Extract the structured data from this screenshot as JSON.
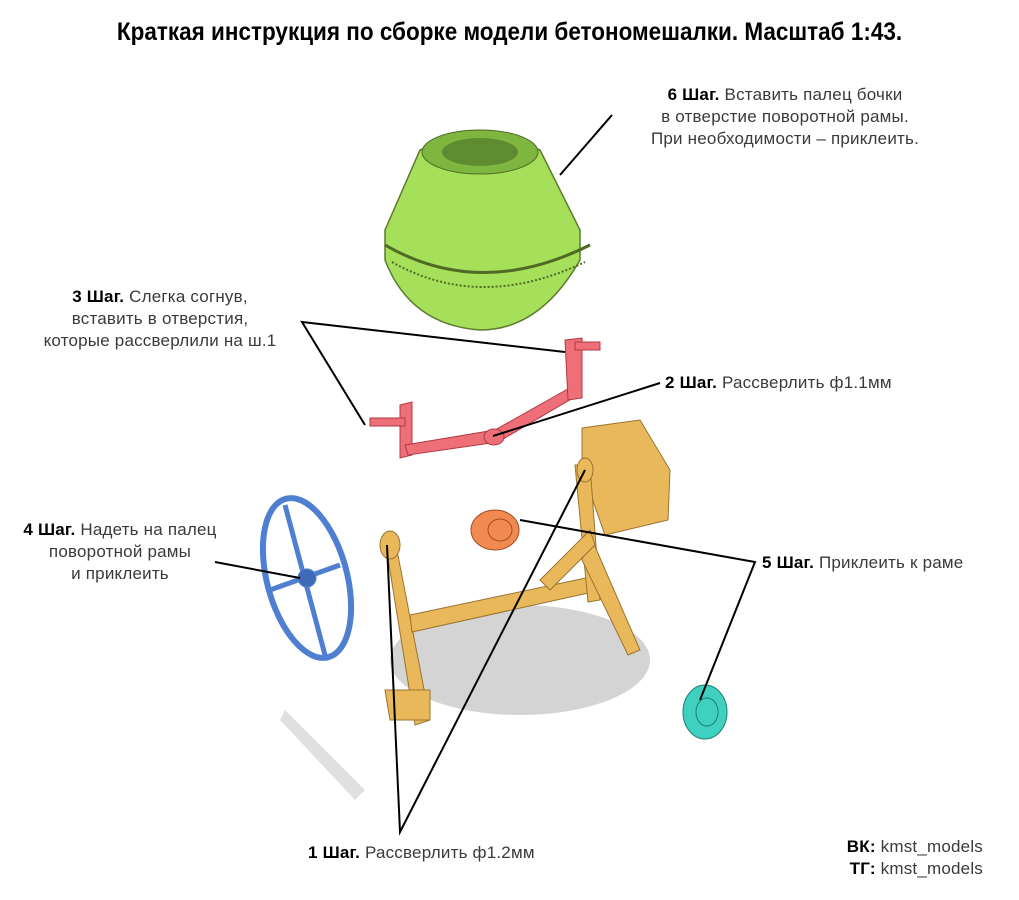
{
  "title": "Краткая инструкция по сборке модели бетономешалки. Масштаб 1:43.",
  "steps": {
    "step6": {
      "label": "6 Шаг.",
      "lines": [
        "Вставить палец бочки",
        "в отверстие поворотной рамы.",
        "При необходимости – приклеить."
      ]
    },
    "step3": {
      "label": "3 Шаг.",
      "lines": [
        "Слегка согнув,",
        "вставить в отверстия,",
        "которые рассверлили на ш.1"
      ]
    },
    "step2": {
      "label": "2 Шаг.",
      "text": "Рассверлить ф1.1мм"
    },
    "step4": {
      "label": "4 Шаг.",
      "lines": [
        "Надеть на палец",
        "поворотной рамы",
        "и приклеить"
      ]
    },
    "step5": {
      "label": "5 Шаг.",
      "text": "Приклеить к раме"
    },
    "step1": {
      "label": "1 Шаг.",
      "text": "Рассверлить ф1.2мм"
    }
  },
  "credits": {
    "vk_label": "ВК:",
    "vk_value": "kmst_models",
    "tg_label": "ТГ:",
    "tg_value": "kmst_models"
  },
  "colors": {
    "drum": "#a6e05a",
    "frame": "#e8b85a",
    "handle": "#ef6f78",
    "wheel": "#4f7fd0",
    "pulley": "#f08a50",
    "small_wheel": "#3fd0c0"
  }
}
